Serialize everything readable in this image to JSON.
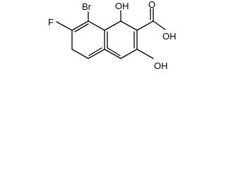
{
  "molecule": {
    "atoms": {
      "br": "Br",
      "f": "F",
      "oh_top": "OH",
      "oh_bottom": "OH",
      "oh_acid": "OH",
      "o_carbonyl": "O"
    }
  }
}
